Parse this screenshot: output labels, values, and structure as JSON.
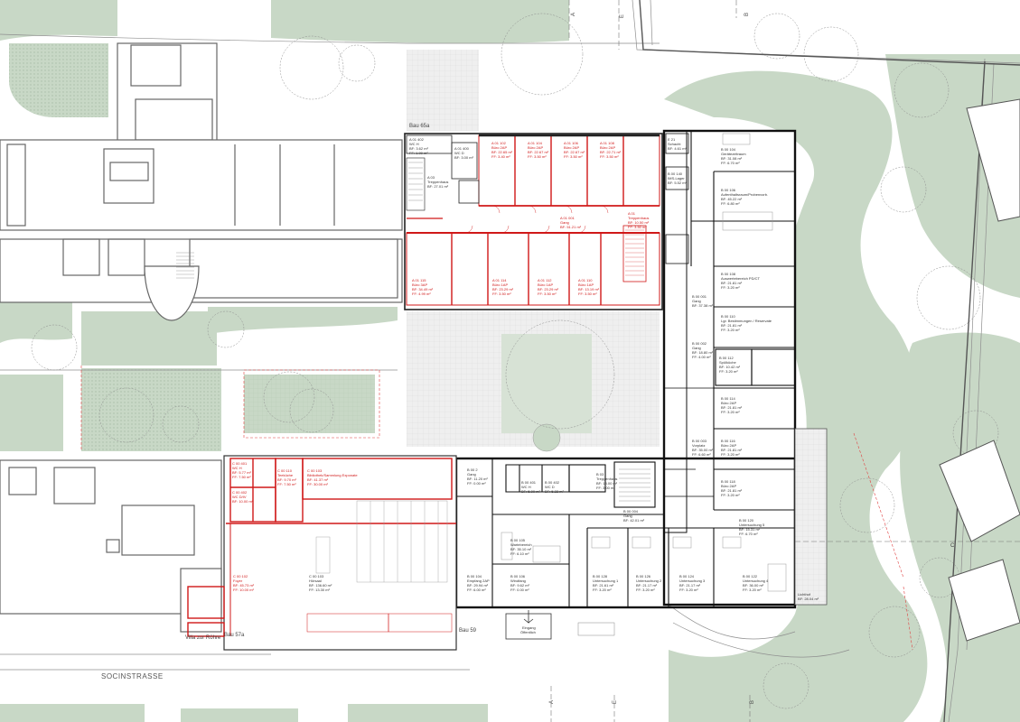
{
  "colors": {
    "green": "#c8d8c6",
    "green_dot": "#b2c6b0",
    "red": "#d01818",
    "wall": "#1a1a1a",
    "grey_line": "#9a9a9a"
  },
  "site_labels": {
    "street": "SOCINSTRASSE",
    "villa": "Villa zur Röhre",
    "bau_57a": "Bau 57a",
    "bau_59": "Bau 59",
    "bau_65a": "Bau 65a"
  },
  "section_marks": {
    "a_top": "A",
    "e_top": "E",
    "b_top": "B",
    "c_right": "C",
    "a_bottom": "A",
    "e_bottom": "E",
    "b_bottom": "B"
  },
  "entrance": {
    "line1": "Eingang",
    "line2": "Öffentlich"
  },
  "rooms_red": [
    {
      "id": "A 01 102",
      "name": "Büro 2AP",
      "bf": "BF: 22.65 m²",
      "ff": "FF: 3.40 m²"
    },
    {
      "id": "A 01 104",
      "name": "Büro 2AP",
      "bf": "BF: 22.67 m²",
      "ff": "FF: 3.50 m²"
    },
    {
      "id": "A 01 106",
      "name": "Büro 2AP",
      "bf": "BF: 22.67 m²",
      "ff": "FF: 3.50 m²"
    },
    {
      "id": "A 01 108",
      "name": "Büro 2AP",
      "bf": "BF: 22.71 m²",
      "ff": "FF: 3.50 m²"
    },
    {
      "id": "A 01 115",
      "name": "Büro 3AP",
      "bf": "BF: 34.49 m²",
      "ff": "FF: 4.99 m²"
    },
    {
      "id": "A 01 114",
      "name": "Büro 1AP",
      "bf": "BF: 23.29 m²",
      "ff": "FF: 3.50 m²"
    },
    {
      "id": "A 01 112",
      "name": "Büro 1AP",
      "bf": "BF: 23.29 m²",
      "ff": "FF: 3.50 m²"
    },
    {
      "id": "A 01 110",
      "name": "Büro 1AP",
      "bf": "BF: 13.19 m²",
      "ff": "FF: 3.50 m²"
    },
    {
      "id": "A 01 001",
      "name": "Gang",
      "bf": "BF: 51.21 m²",
      "ff": ""
    },
    {
      "id": "A 01",
      "name": "Treppenhaus",
      "bf": "BF: 10.50 m²",
      "ff": "FF: 3.50 m²"
    },
    {
      "id": "C 00 110",
      "name": "Teeküche",
      "bf": "BF: 9.70 m²",
      "ff": "FF: 7.50 m²"
    },
    {
      "id": "C 00 103",
      "name": "Bibliothek/Sammlung Exponate",
      "bf": "BF: 41.37 m²",
      "ff": "FF: 30.00 m²"
    },
    {
      "id": "C 00 102",
      "name": "Foyer",
      "bf": "BF: 45.73 m²",
      "ff": "FF: 10.00 m²"
    },
    {
      "id": "C 00 401",
      "name": "WC H",
      "bf": "BF: 5.77 m²",
      "ff": "FF: 7.50 m²"
    },
    {
      "id": "C 00 402",
      "name": "WC D/IV",
      "bf": "BF: 10.00 m²",
      "ff": ""
    }
  ],
  "rooms_black": [
    {
      "id": "B 00 104",
      "name": "Gerätezeitraum",
      "bf": "BF: 31.08 m²",
      "ff": "FF: 6.70 m²"
    },
    {
      "id": "B 00 106",
      "name": "Aufenthaltsraum/Probenvorb.",
      "bf": "BF: 45.22 m²",
      "ff": "FF: 6.80 m²"
    },
    {
      "id": "B 00 108",
      "name": "Auswertebereich PD/CT",
      "bf": "BF: 21.81 m²",
      "ff": "FF: 3.20 m²"
    },
    {
      "id": "B 00 110",
      "name": "Lgr. Bestimmungen / Reservate",
      "bf": "BF: 21.81 m²",
      "ff": "FF: 3.20 m²"
    },
    {
      "id": "B 00 112",
      "name": "Spülküche",
      "bf": "BF: 10.42 m²",
      "ff": "FF: 3.20 m²"
    },
    {
      "id": "B 00 114",
      "name": "Büro 2AP",
      "bf": "BF: 21.81 m²",
      "ff": "FF: 3.20 m²"
    },
    {
      "id": "B 00 116",
      "name": "Büro 2AP",
      "bf": "BF: 21.81 m²",
      "ff": "FF: 3.20 m²"
    },
    {
      "id": "B 00 118",
      "name": "Büro 2AP",
      "bf": "BF: 21.81 m²",
      "ff": "FF: 3.20 m²"
    },
    {
      "id": "B 00 120",
      "name": "Untersuchung 5",
      "bf": "BF: 15.31 m²",
      "ff": "FF: 6.70 m²"
    },
    {
      "id": "B 00 122",
      "name": "Untersuchung 4",
      "bf": "BF: 36.00 m²",
      "ff": "FF: 3.20 m²"
    },
    {
      "id": "B 00 124",
      "name": "Untersuchung 3",
      "bf": "BF: 21.17 m²",
      "ff": "FF: 3.20 m²"
    },
    {
      "id": "B 00 126",
      "name": "Untersuchung 2",
      "bf": "BF: 21.17 m²",
      "ff": "FF: 3.20 m²"
    },
    {
      "id": "B 00 128",
      "name": "Untersuchung 1",
      "bf": "BF: 21.61 m²",
      "ff": "FF: 3.20 m²"
    },
    {
      "id": "B 00 104",
      "name": "Empfang 2AP",
      "bf": "BF: 29.94 m²",
      "ff": "FF: 6.00 m²"
    },
    {
      "id": "B 00 105",
      "name": "Wartebereich",
      "bf": "BF: 35.10 m²",
      "ff": "FF: 6.10 m²"
    },
    {
      "id": "B 00 106",
      "name": "Windfang",
      "bf": "BF: 9.62 m²",
      "ff": "FF: 0.00 m²"
    },
    {
      "id": "B 00 001",
      "name": "Gang",
      "bf": "BF: 37.38 m²",
      "ff": ""
    },
    {
      "id": "B 00 003",
      "name": "Vorplatz",
      "bf": "BF: 35.00 m²",
      "ff": "FF: 6.60 m²"
    },
    {
      "id": "B 00 004",
      "name": "Gang",
      "bf": "BF: 42.01 m²",
      "ff": ""
    },
    {
      "id": "B 00 002",
      "name": "Gang",
      "bf": "BF: 18.80 m²",
      "ff": "FF: 4.00 m²"
    },
    {
      "id": "C 00 103",
      "name": "Hörsaal",
      "bf": "BF: 136.60 m²",
      "ff": "FF: 13.30 m²"
    },
    {
      "id": "B 00 2",
      "name": "Gang",
      "bf": "BF: 11.20 m²",
      "ff": "FF: 0.00 m²"
    },
    {
      "id": "B 00 401",
      "name": "WC H",
      "bf": "BF: 5.00 m²",
      "ff": ""
    },
    {
      "id": "B 00 402",
      "name": "WC D",
      "bf": "BF: 5.32 m²",
      "ff": ""
    },
    {
      "id": "B 03",
      "name": "Treppenhaus",
      "bf": "BF: 13.00 m²",
      "ff": "FF: 3.00 m²"
    },
    {
      "id": "E 21",
      "name": "Schacht",
      "bf": "BF: 4.61 m²",
      "ff": ""
    },
    {
      "id": "B 00 140",
      "name": "IMS-Lager",
      "bf": "BF: 5.52 m²",
      "ff": ""
    },
    {
      "id": "A 01 402",
      "name": "WC H",
      "bf": "BF: 3.62 m²",
      "ff": "FF: 1.99 m²"
    },
    {
      "id": "A 01 400",
      "name": "WC D",
      "bf": "BF: 3.00 m²",
      "ff": ""
    },
    {
      "id": "A 03",
      "name": "Treppenhaus",
      "bf": "BF: 27.01 m²",
      "ff": ""
    },
    {
      "id": "B 00 140",
      "name": "Lichthof",
      "bf": "BF: 28.04 m²",
      "ff": ""
    }
  ]
}
